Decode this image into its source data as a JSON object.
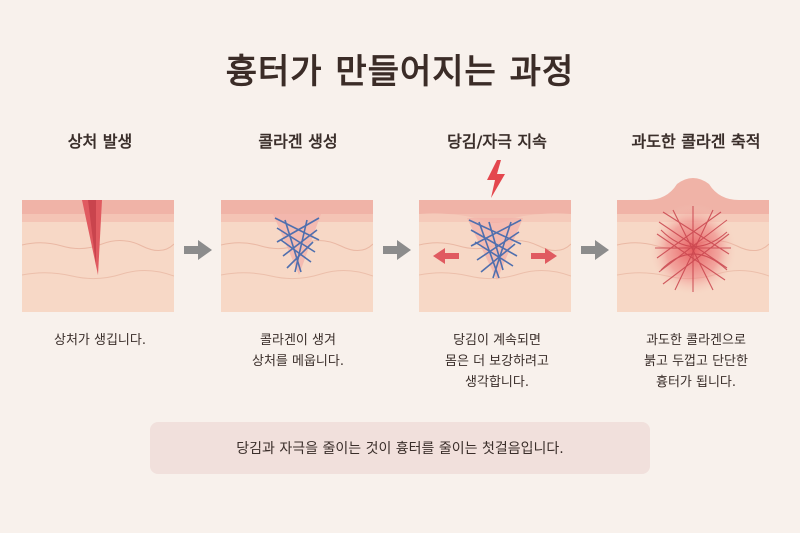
{
  "title": "흉터가 만들어지는 과정",
  "steps": [
    {
      "title": "상처 발생",
      "caption_lines": [
        "상처가 생깁니다."
      ]
    },
    {
      "title": "콜라겐 생성",
      "caption_lines": [
        "콜라겐이 생겨",
        "상처를 메웁니다."
      ]
    },
    {
      "title": "당김/자극 지속",
      "caption_lines": [
        "당김이 계속되면",
        "몸은 더 보강하려고",
        "생각합니다."
      ]
    },
    {
      "title": "과도한 콜라겐 축적",
      "caption_lines": [
        "과도한 콜라겐으로",
        "붉고 두껍고 단단한",
        "흉터가 됩니다."
      ]
    }
  ],
  "footer": "당김과 자극을 줄이는 것이 흉터를 줄이는 첫걸음입니다.",
  "colors": {
    "background": "#f8f1ec",
    "skin": "#f6d4c0",
    "epidermis": "#f2b7aa",
    "wound": "#e05a60",
    "collagen": "#4f6fae",
    "arrow": "#8c8c8c",
    "footer_bg": "#f1e0dc"
  }
}
